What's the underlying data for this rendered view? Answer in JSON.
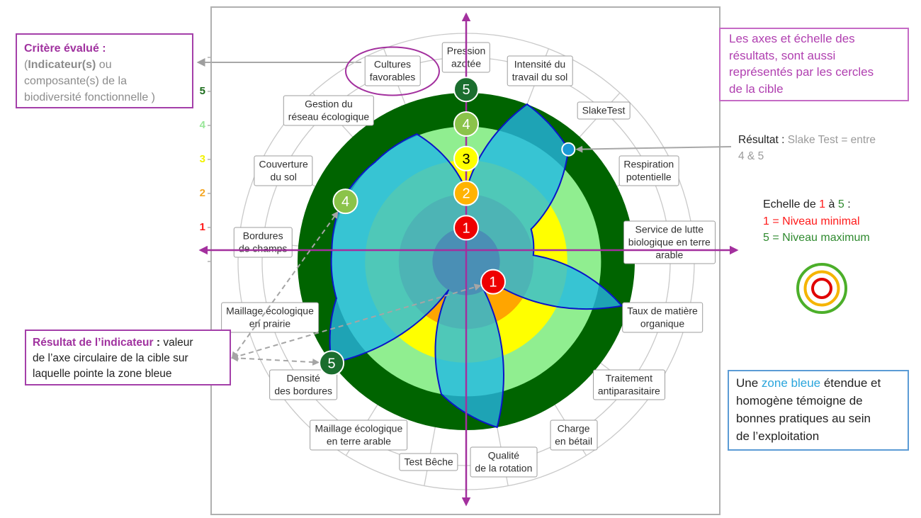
{
  "chart_data": {
    "type": "radar",
    "title": "",
    "categories": [
      "Pression\nazotée",
      "Intensité du\ntravail du sol",
      "SlakeTest",
      "Respiration\npotentielle",
      "Service de lutte\nbiologique en terre\narable",
      "Taux de matière\norganique",
      "Traitement\nantiparasitaire",
      "Charge\nen bétail",
      "Qualité\nde la rotation",
      "Test Bêche",
      "Maillage écologique\nen terre arable",
      "Densité\ndes bordures",
      "Maillage écologique\nen prairie",
      "Bordures\nde champs",
      "Couverture\ndu sol",
      "Gestion du\nréseau écologique",
      "Cultures\nfavorables"
    ],
    "series": [
      {
        "name": "Zone bleue (résultats)",
        "values": [
          2.1,
          5.0,
          4.5,
          2.15,
          2.0,
          4.8,
          1.2,
          1.0,
          5.0,
          4.0,
          1.0,
          5.0,
          4.0,
          4.0,
          4.1,
          4.0,
          4.05
        ]
      }
    ],
    "rlim": [
      0,
      5
    ],
    "levels": [
      {
        "level": 1,
        "color": "#ff0000",
        "under_zone_color": "#4a8fb5"
      },
      {
        "level": 2,
        "color": "#ffa500",
        "under_zone_color": "#4db4b5"
      },
      {
        "level": 3,
        "color": "#ffff00",
        "under_zone_color": "#4fc8b8"
      },
      {
        "level": 4,
        "color": "#90ee90",
        "under_zone_color": "#37c4d3"
      },
      {
        "level": 5,
        "color": "#006400",
        "under_zone_color": "#1ea3b5"
      }
    ],
    "zone_stroke_color": "#0a14c8",
    "axis_color": "#a3309e",
    "scale_markers": [
      {
        "label": "1",
        "fill": "#ee0000",
        "text_color": "#ffffff"
      },
      {
        "label": "2",
        "fill": "#ffb300",
        "text_color": "#ffffff"
      },
      {
        "label": "3",
        "fill": "#ffff00",
        "text_color": "#000000"
      },
      {
        "label": "4",
        "fill": "#8bc34a",
        "text_color": "#ffffff"
      },
      {
        "label": "5",
        "fill": "#1b6e2e",
        "text_color": "#ffffff"
      }
    ],
    "left_axis_ticks": [
      {
        "label": "5",
        "color": "#1a6b1a"
      },
      {
        "label": "4",
        "color": "#98e698"
      },
      {
        "label": "3",
        "color": "#f2f200"
      },
      {
        "label": "2",
        "color": "#f5a623"
      },
      {
        "label": "1",
        "color": "#ff1a1a"
      }
    ],
    "result_markers": [
      {
        "label": "4",
        "axis": "Couverture du sol",
        "value": 4,
        "fill": "#8bc34a"
      },
      {
        "label": "5",
        "axis": "Densité des bordures",
        "value": 5,
        "fill": "#1b6e2e"
      },
      {
        "label": "1",
        "axis": "Traitement antiparasitaire",
        "value": 1,
        "fill": "#ee0000"
      }
    ],
    "highlight_point": {
      "axis": "SlakeTest",
      "value": 4.5,
      "color": "#1a9ad6"
    },
    "circled_axis": "Cultures favorables"
  },
  "callouts": {
    "criterion": {
      "title": "Critère évalué :",
      "paren_open": "(",
      "bold": "Indicateur(s)",
      "after_bold": " ou",
      "line3": "composante(s) de la",
      "line4": "biodiversité fonctionnelle )"
    },
    "axes_note": {
      "lines": [
        "Les axes et échelle des",
        "résultats, sont aussi",
        "représentés par les cercles",
        "de la cible"
      ]
    },
    "slake_result": {
      "label": "Résultat :",
      "value_line1": " Slake Test = entre",
      "value_line2": "4 & 5"
    },
    "scale_legend": {
      "pre": "Echelle de ",
      "one": "1",
      "mid": " à ",
      "five": "5",
      "post": " :",
      "line_min": "1 = Niveau minimal",
      "line_max": "5 = Niveau maximum",
      "min_color": "#ff1a1a",
      "max_color": "#2f8a2f"
    },
    "target_icon": {
      "outer": "#4caf2a",
      "middle": "#f5b400",
      "inner": "#e00000"
    },
    "blue_zone_note": {
      "pre": "Une ",
      "highlight": "zone bleue",
      "post": " étendue et",
      "lines": [
        "homogène témoigne de",
        "bonnes pratiques au sein",
        "de l’exploitation"
      ],
      "highlight_color": "#2aa5dc"
    },
    "indicator_result": {
      "title": "Résultat de l’indicateur",
      "colon": " :",
      "rest": " valeur",
      "lines": [
        "de l’axe circulaire de la cible sur",
        "laquelle pointe la zone bleue"
      ]
    }
  }
}
